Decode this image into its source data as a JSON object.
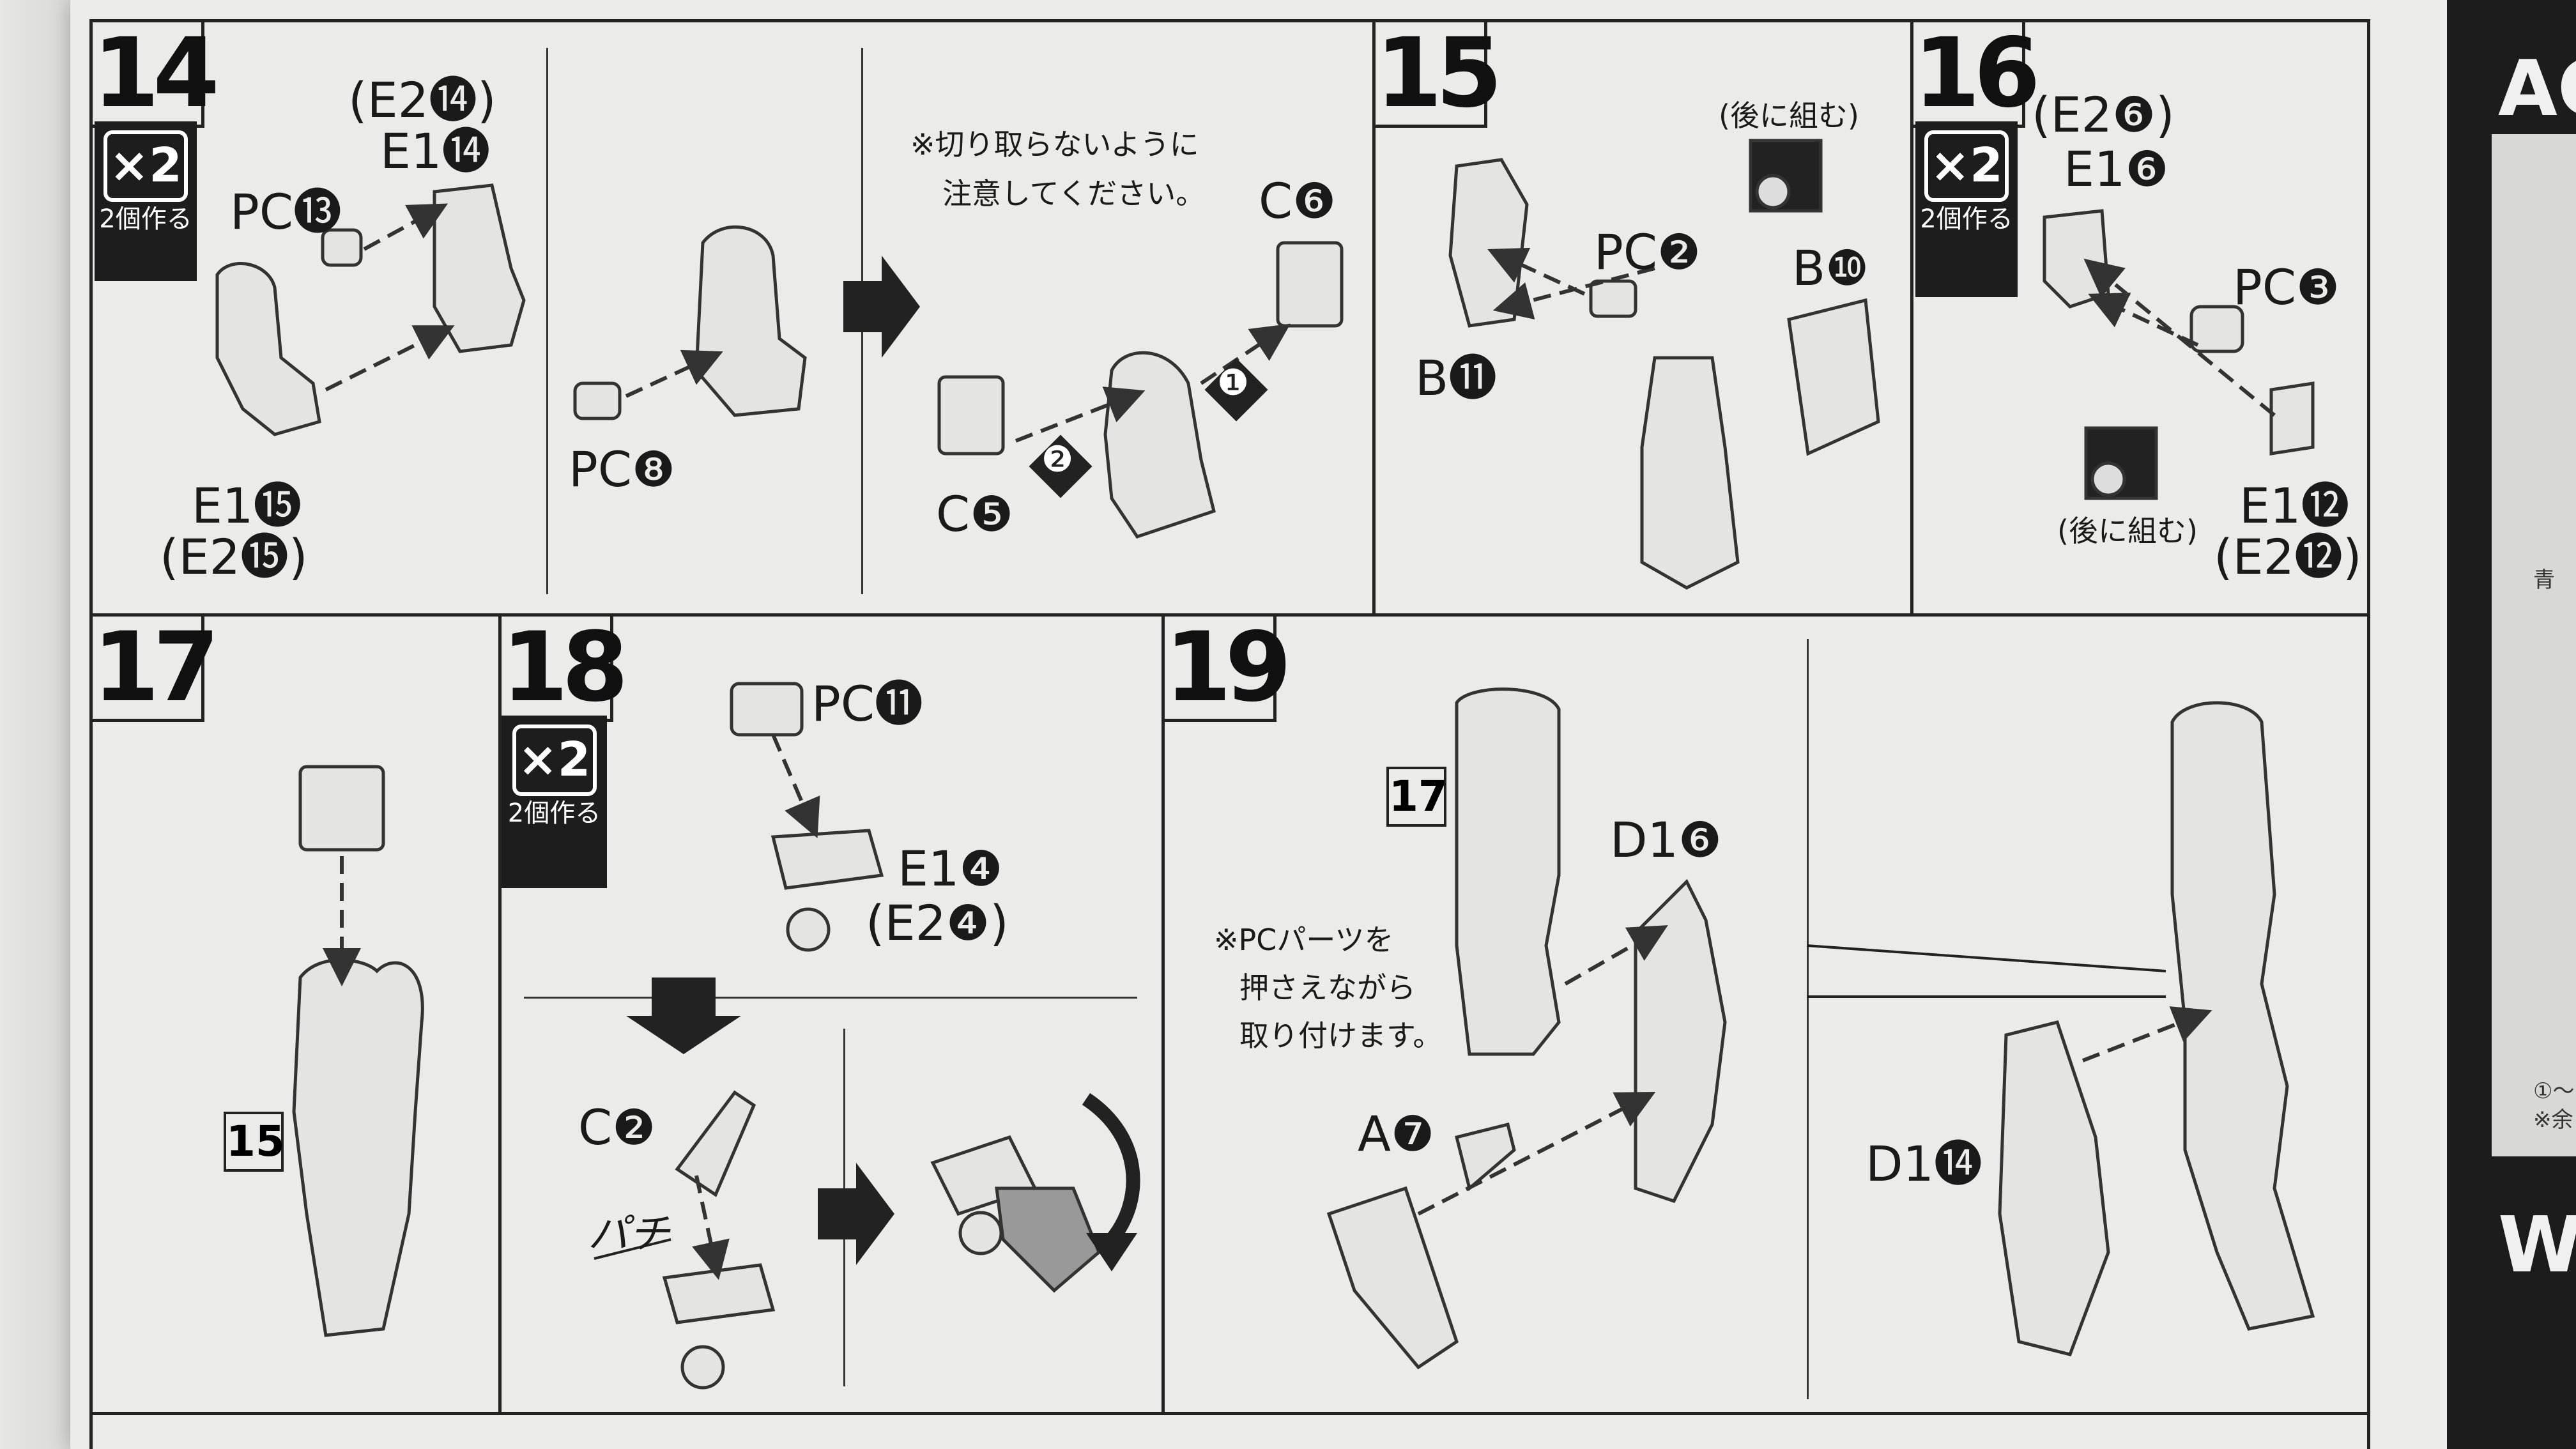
{
  "steps": [
    {
      "number": "14",
      "multiplier": "×2",
      "multiplier_note": "2個作る",
      "parts": {
        "e2_14": "(E2⓮)",
        "e1_14": "E1⓮",
        "pc13": "PC⓭",
        "pc8": "PC❽",
        "e1_15": "E1⓯",
        "e2_15": "(E2⓯)",
        "c6": "C❻",
        "c5": "C❺"
      },
      "sequence": [
        "❶",
        "❷"
      ],
      "note_line1": "※切り取らないように",
      "note_line2": "注意してください。"
    },
    {
      "number": "15",
      "parts": {
        "pc2": "PC❷",
        "b10": "B❿",
        "b11": "B⓫"
      },
      "note": "(後に組む)"
    },
    {
      "number": "16",
      "multiplier": "×2",
      "multiplier_note": "2個作る",
      "parts": {
        "e2_6": "(E2❻)",
        "e1_6": "E1❻",
        "pc3": "PC❸",
        "e1_12": "E1⓬",
        "e2_12": "(E2⓬)"
      },
      "note": "(後に組む)"
    },
    {
      "number": "17",
      "reference": "15"
    },
    {
      "number": "18",
      "multiplier": "×2",
      "multiplier_note": "2個作る",
      "parts": {
        "pc11": "PC⓫",
        "e1_4": "E1❹",
        "e2_4": "(E2❹)",
        "c2": "C❷"
      },
      "sound": "パチ"
    },
    {
      "number": "19",
      "reference": "17",
      "parts": {
        "d1_6": "D1❻",
        "a7": "A❼",
        "d1_14": "D1⓮"
      },
      "note_lines": [
        "※PCパーツを",
        "押さえながら",
        "取り付けます。"
      ]
    }
  ],
  "sidebar": {
    "title1": "AC",
    "title2": "WA",
    "small1": "①～",
    "small2": "※余",
    "small3": "青"
  }
}
